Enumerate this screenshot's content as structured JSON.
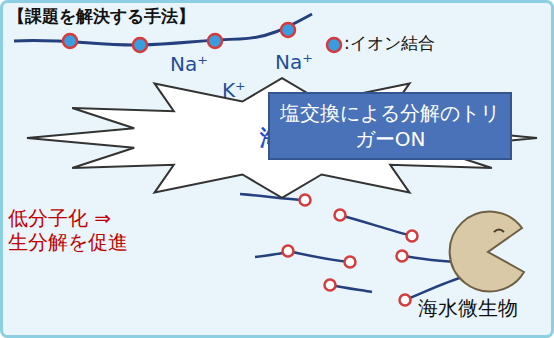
{
  "diagram": {
    "title": "【課題を解決する手法】",
    "nodes": [
      {
        "text": [
          "海水"
        ]
      },
      {
        "text": [
          "塩交換による分解のトリガーON"
        ]
      }
    ],
    "labels": [
      "Na⁺",
      "Na⁺",
      "K⁺",
      "低分子化 ⇒生分解を促進",
      "海水微生物"
    ],
    "legend": [
      {
        "text": ":イオン結合"
      }
    ]
  }
}
